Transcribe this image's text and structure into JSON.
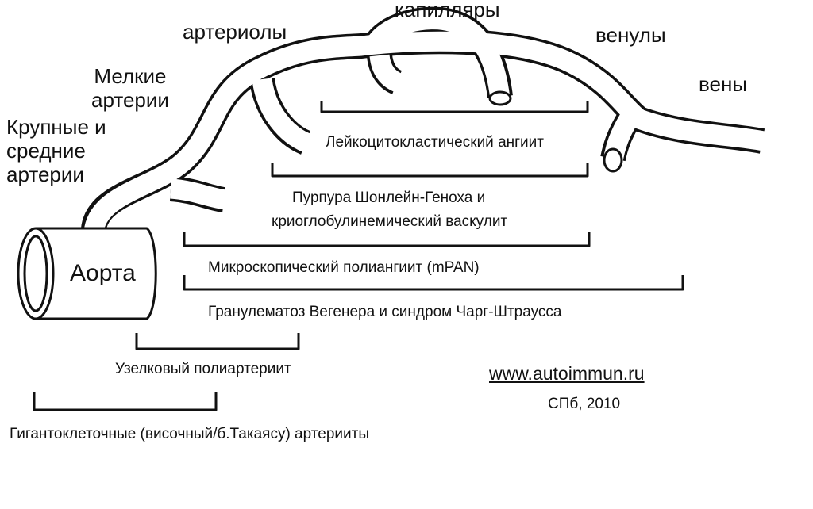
{
  "vessels": {
    "large_medium_arteries": [
      "Крупные и",
      "средние",
      "артерии"
    ],
    "small_arteries": [
      "Мелкие",
      "артерии"
    ],
    "arterioles": "артериолы",
    "capillaries": "капилляры",
    "venules": "венулы",
    "veins": "вены",
    "aorta": "Аорта"
  },
  "diseases": {
    "leukocytoclastic": "Лейкоцитокластический ангиит",
    "purpura_line1": "Пурпура Шонлейн-Геноха  и",
    "purpura_line2": "криоглобулинемический васкулит",
    "mpan": "Микроскопический полиангиит (mPAN)",
    "wegener": "Гранулематоз Вегенера и синдром Чарг-Штраусса",
    "nodosa": "Узелковый полиартериит",
    "giant_cell": "Гигантоклеточные (височный/б.Такаясу) артерииты"
  },
  "footer": {
    "website": "www.autoimmun.ru",
    "credit": "СПб, 2010"
  }
}
